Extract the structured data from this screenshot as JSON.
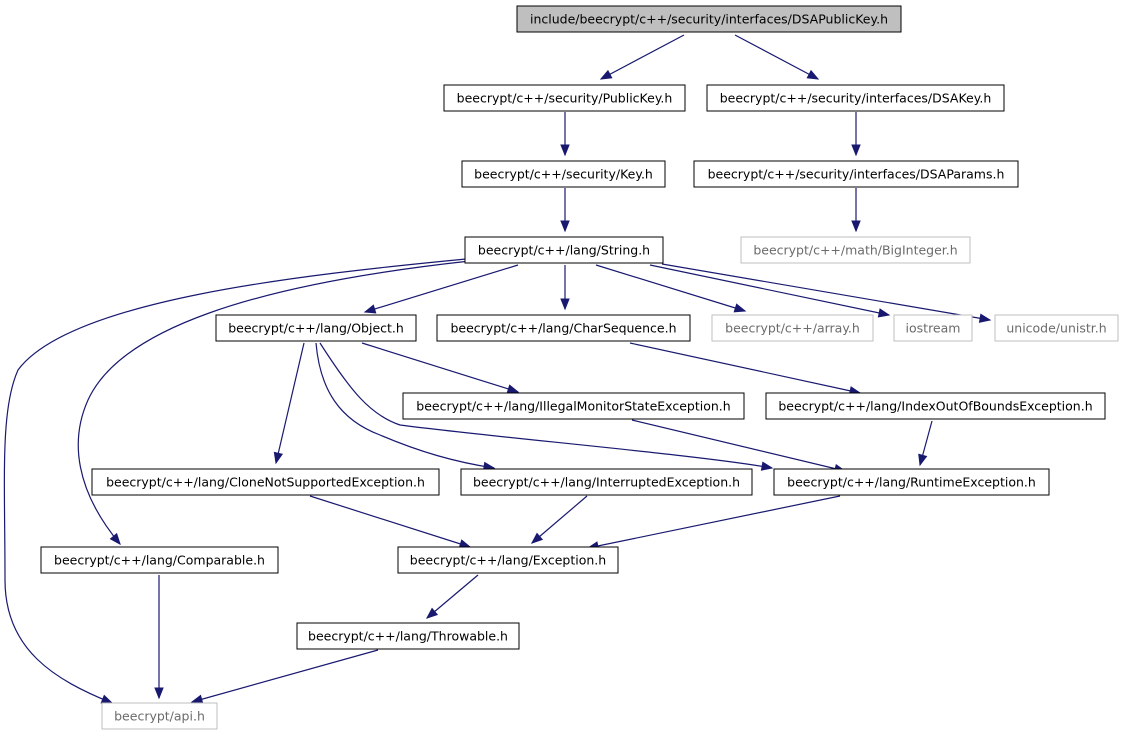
{
  "nodes": [
    {
      "id": "dsapublickey",
      "label": "include/beecrypt/c++/security/interfaces/DSAPublicKey.h",
      "root": true
    },
    {
      "id": "publickey",
      "label": "beecrypt/c++/security/PublicKey.h"
    },
    {
      "id": "dsakey",
      "label": "beecrypt/c++/security/interfaces/DSAKey.h"
    },
    {
      "id": "key",
      "label": "beecrypt/c++/security/Key.h"
    },
    {
      "id": "dsaparams",
      "label": "beecrypt/c++/security/interfaces/DSAParams.h"
    },
    {
      "id": "string",
      "label": "beecrypt/c++/lang/String.h"
    },
    {
      "id": "biginteger",
      "label": "beecrypt/c++/math/BigInteger.h",
      "external": true
    },
    {
      "id": "object",
      "label": "beecrypt/c++/lang/Object.h"
    },
    {
      "id": "charsequence",
      "label": "beecrypt/c++/lang/CharSequence.h"
    },
    {
      "id": "array",
      "label": "beecrypt/c++/array.h",
      "external": true
    },
    {
      "id": "iostream",
      "label": "iostream",
      "external": true
    },
    {
      "id": "unistr",
      "label": "unicode/unistr.h",
      "external": true
    },
    {
      "id": "illegalmonitor",
      "label": "beecrypt/c++/lang/IllegalMonitorStateException.h"
    },
    {
      "id": "indexoutofbounds",
      "label": "beecrypt/c++/lang/IndexOutOfBoundsException.h"
    },
    {
      "id": "clonenotsupported",
      "label": "beecrypt/c++/lang/CloneNotSupportedException.h"
    },
    {
      "id": "interrupted",
      "label": "beecrypt/c++/lang/InterruptedException.h"
    },
    {
      "id": "runtime",
      "label": "beecrypt/c++/lang/RuntimeException.h"
    },
    {
      "id": "comparable",
      "label": "beecrypt/c++/lang/Comparable.h"
    },
    {
      "id": "exception",
      "label": "beecrypt/c++/lang/Exception.h"
    },
    {
      "id": "throwable",
      "label": "beecrypt/c++/lang/Throwable.h"
    },
    {
      "id": "api",
      "label": "beecrypt/api.h",
      "external": true
    }
  ],
  "edges": [
    {
      "from": "dsapublickey",
      "to": "publickey"
    },
    {
      "from": "dsapublickey",
      "to": "dsakey"
    },
    {
      "from": "publickey",
      "to": "key"
    },
    {
      "from": "dsakey",
      "to": "dsaparams"
    },
    {
      "from": "key",
      "to": "string"
    },
    {
      "from": "dsaparams",
      "to": "biginteger"
    },
    {
      "from": "string",
      "to": "object"
    },
    {
      "from": "string",
      "to": "charsequence"
    },
    {
      "from": "string",
      "to": "array"
    },
    {
      "from": "string",
      "to": "iostream"
    },
    {
      "from": "string",
      "to": "unistr"
    },
    {
      "from": "string",
      "to": "comparable"
    },
    {
      "from": "string",
      "to": "api"
    },
    {
      "from": "object",
      "to": "illegalmonitor"
    },
    {
      "from": "object",
      "to": "clonenotsupported"
    },
    {
      "from": "object",
      "to": "interrupted"
    },
    {
      "from": "object",
      "to": "runtime"
    },
    {
      "from": "charsequence",
      "to": "indexoutofbounds"
    },
    {
      "from": "illegalmonitor",
      "to": "runtime"
    },
    {
      "from": "indexoutofbounds",
      "to": "runtime"
    },
    {
      "from": "clonenotsupported",
      "to": "exception"
    },
    {
      "from": "interrupted",
      "to": "exception"
    },
    {
      "from": "runtime",
      "to": "exception"
    },
    {
      "from": "comparable",
      "to": "api"
    },
    {
      "from": "exception",
      "to": "throwable"
    },
    {
      "from": "throwable",
      "to": "api"
    }
  ]
}
